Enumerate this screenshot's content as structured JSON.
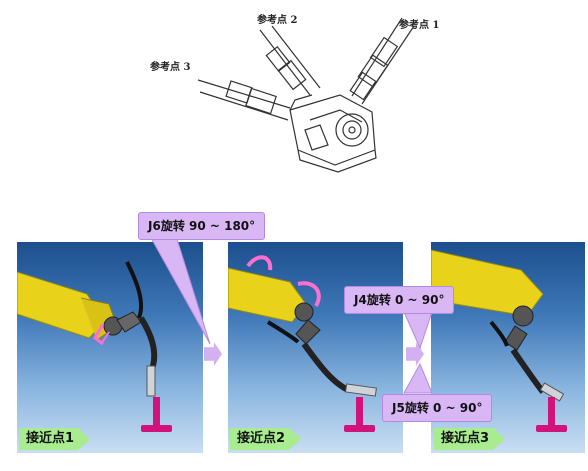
{
  "diagram": {
    "ref_labels": [
      "参考点 2",
      "参考点 1",
      "参考点 3"
    ]
  },
  "steps": [
    {
      "label": "接近点1"
    },
    {
      "label": "接近点2"
    },
    {
      "label": "接近点3"
    }
  ],
  "callouts": {
    "j6": "J6旋转  90 ~ 180°",
    "j4": "J4旋转 0 ~ 90°",
    "j5": "J5旋转 0 ~ 90°"
  },
  "colors": {
    "robot_yellow": "#e8d21a",
    "callout_purple": "#d9b6f4",
    "step_tag_green": "#a8ec8f",
    "target_pink": "#d2127b"
  }
}
